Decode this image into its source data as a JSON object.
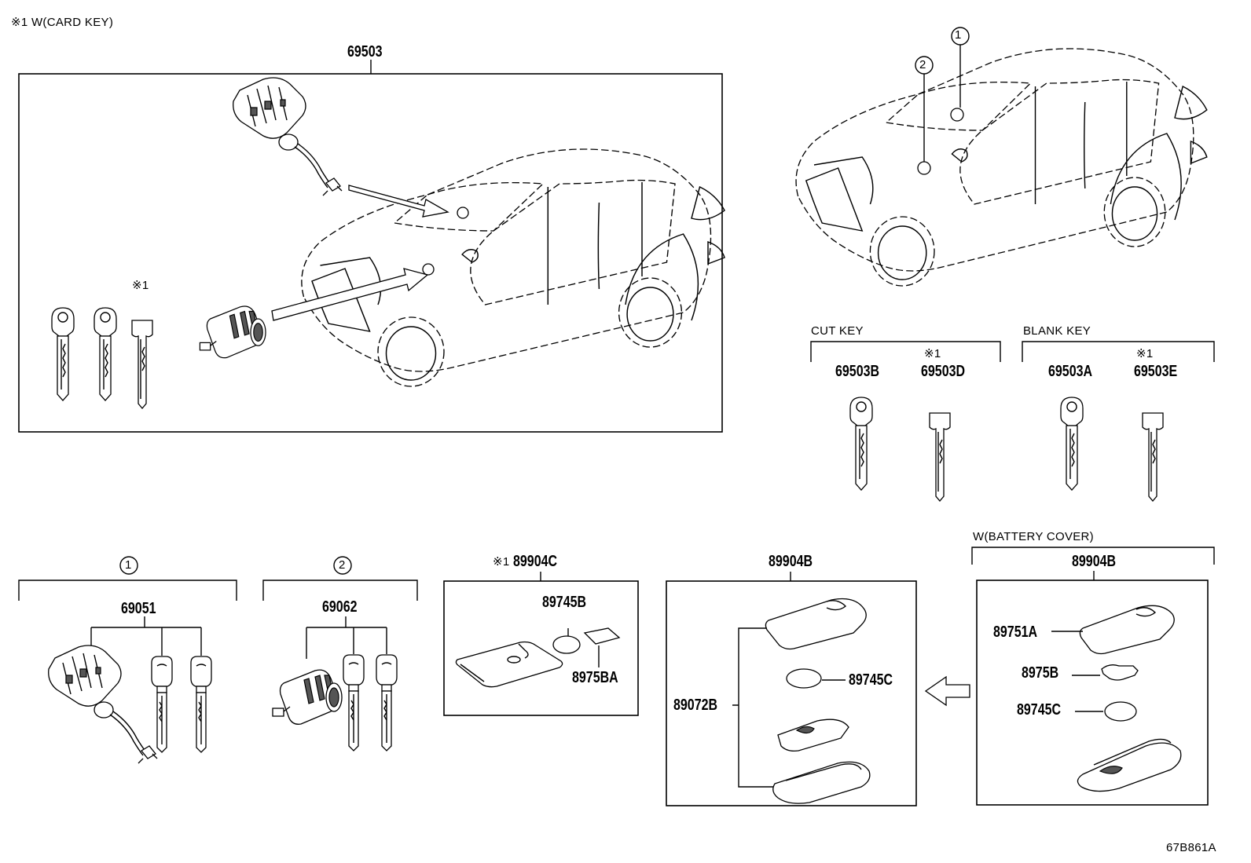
{
  "note": "※1 W(CARD KEY)",
  "figure_id": "67B861A",
  "main_kit": {
    "part_no": "69503",
    "note_mark": "※1"
  },
  "locations": {
    "num1": "1",
    "num2": "2"
  },
  "cut_key": {
    "title": "CUT KEY",
    "a": "69503B",
    "b": "69503D",
    "b_mark": "※1"
  },
  "blank_key": {
    "title": "BLANK KEY",
    "a": "69503A",
    "b": "69503E",
    "b_mark": "※1"
  },
  "group1": {
    "num": "1",
    "part_no": "69051"
  },
  "group2": {
    "num": "2",
    "part_no": "69062"
  },
  "card_key": {
    "mark": "※1",
    "part_no": "89904C",
    "battery": "89745B",
    "seal": "8975BA"
  },
  "fob": {
    "part_no": "89904B",
    "sub": "89072B",
    "battery": "89745C"
  },
  "battery_cover": {
    "title": "W(BATTERY COVER)",
    "part_no": "89904B",
    "cover": "89751A",
    "seal": "8975B",
    "battery": "89745C"
  }
}
